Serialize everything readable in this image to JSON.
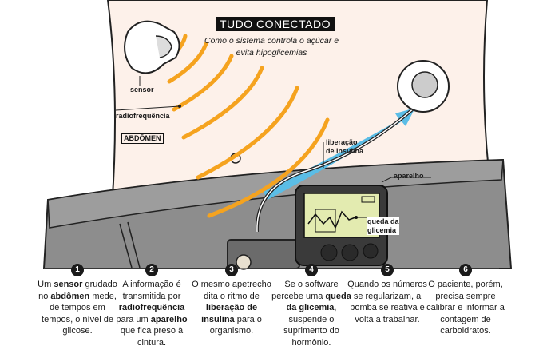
{
  "header": {
    "title": "TUDO CONECTADO",
    "subtitle_line1": "Como o sistema controla o açúcar e",
    "subtitle_line2": "evita hipoglicemias"
  },
  "labels": {
    "sensor": "sensor",
    "radio": "radiofrequência",
    "abdomen": "ABDÔMEN",
    "insulin_line1": "liberação",
    "insulin_line2": "de insulina",
    "device": "aparelho",
    "drop_line1": "queda da",
    "drop_line2": "glicemia"
  },
  "colors": {
    "skin": "#fdf1ea",
    "waves": "#f5a31f",
    "insulin_flow": "#5bbde6",
    "pants": "#8a8a8a",
    "screen": "#e3ebb0"
  },
  "steps": [
    {
      "n": "1",
      "parts": [
        [
          "Um ",
          false
        ],
        [
          "sensor",
          true
        ],
        [
          " grudado no ",
          false
        ],
        [
          "abdômen",
          true
        ],
        [
          " mede, de tempos em tempos, o nível de glicose.",
          false
        ]
      ]
    },
    {
      "n": "2",
      "parts": [
        [
          "A informação é transmitida por ",
          false
        ],
        [
          "radiofrequência",
          true
        ],
        [
          " para um ",
          false
        ],
        [
          "aparelho",
          true
        ],
        [
          " que fica preso à cintura.",
          false
        ]
      ]
    },
    {
      "n": "3",
      "parts": [
        [
          "O mesmo apetrecho dita o ritmo de ",
          false
        ],
        [
          "liberação de insulina",
          true
        ],
        [
          " para o organismo.",
          false
        ]
      ]
    },
    {
      "n": "4",
      "parts": [
        [
          "Se o software percebe uma ",
          false
        ],
        [
          "queda da glicemia",
          true
        ],
        [
          ", suspende o suprimento do hormônio.",
          false
        ]
      ]
    },
    {
      "n": "5",
      "parts": [
        [
          "Quando os números se regularizam, a bomba se reativa e volta a trabalhar.",
          false
        ]
      ]
    },
    {
      "n": "6",
      "parts": [
        [
          "O paciente, porém, precisa sempre calibrar e informar a contagem de carboidratos.",
          false
        ]
      ]
    }
  ]
}
